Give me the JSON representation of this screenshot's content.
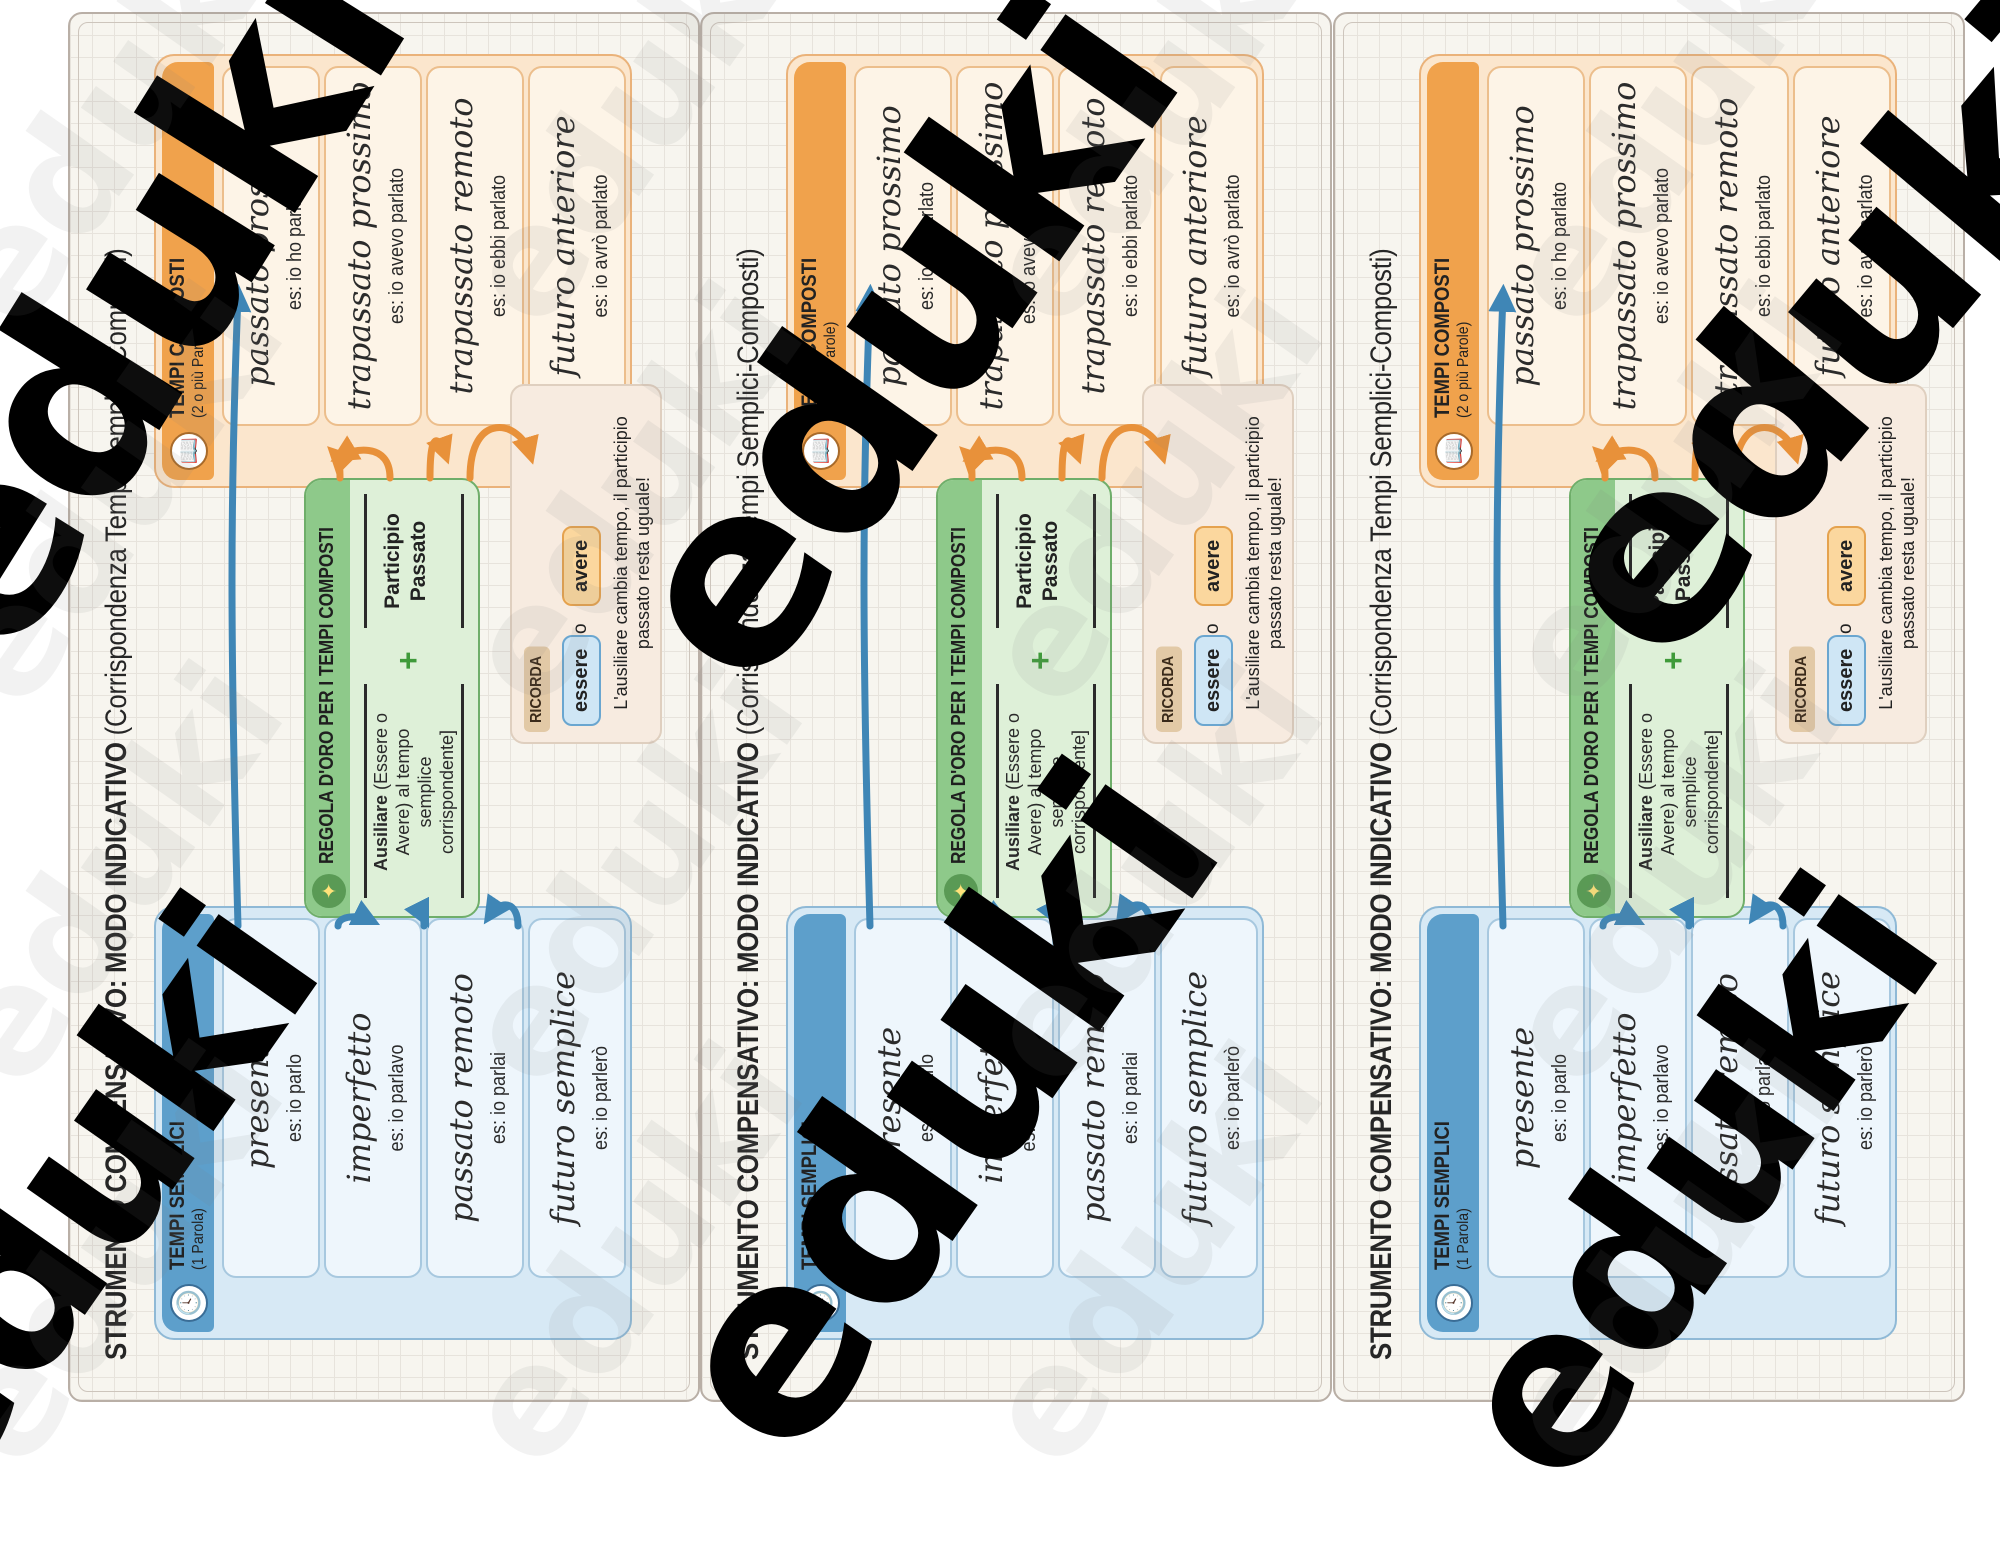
{
  "title_bold": "STRUMENTO COMPENSATIVO: MODO INDICATIVO",
  "title_rest": "(Corrispondenza Tempi Semplici-Composti)",
  "simple": {
    "icon": "clock-icon",
    "title": "TEMPI SEMPLICI",
    "subtitle": "(1 Parola)",
    "items": [
      {
        "name": "presente",
        "example": "es: io parlo"
      },
      {
        "name": "imperfetto",
        "example": "es: io parlavo"
      },
      {
        "name": "passato remoto",
        "example": "es: io parlai"
      },
      {
        "name": "futuro semplice",
        "example": "es: io parlerò"
      }
    ]
  },
  "compound": {
    "icon": "book-icon",
    "title": "TEMPI COMPOSTI",
    "subtitle": "(2 o più Parole)",
    "items": [
      {
        "name": "passato prossimo",
        "example": "es: io ho parlato"
      },
      {
        "name": "trapassato prossimo",
        "example": "es: io avevo parlato"
      },
      {
        "name": "trapassato remoto",
        "example": "es: io ebbi parlato"
      },
      {
        "name": "futuro anteriore",
        "example": "es: io avrò parlato"
      }
    ]
  },
  "rule": {
    "icon": "magic-wand-icon",
    "title": "REGOLA D'ORO PER I TEMPI COMPOSTI",
    "aux_bold": "Ausiliare",
    "aux_rest": "(Essere o Avere) al tempo semplice corrispondente]",
    "plus": "+",
    "participle_line1": "Participio",
    "participle_line2": "Passato"
  },
  "remember": {
    "label": "RICORDA",
    "essere": "essere",
    "o": "o",
    "avere": "avere",
    "text": "L'ausiliare cambia tempo, il participio passato resta uguale!"
  },
  "watermark": "eduki",
  "colors": {
    "simple_header": "#5d9fcb",
    "compound_header": "#f0a24c",
    "rule_header": "#8ec98a",
    "arrow_blue": "#3f86b6",
    "arrow_orange": "#e8913a"
  }
}
